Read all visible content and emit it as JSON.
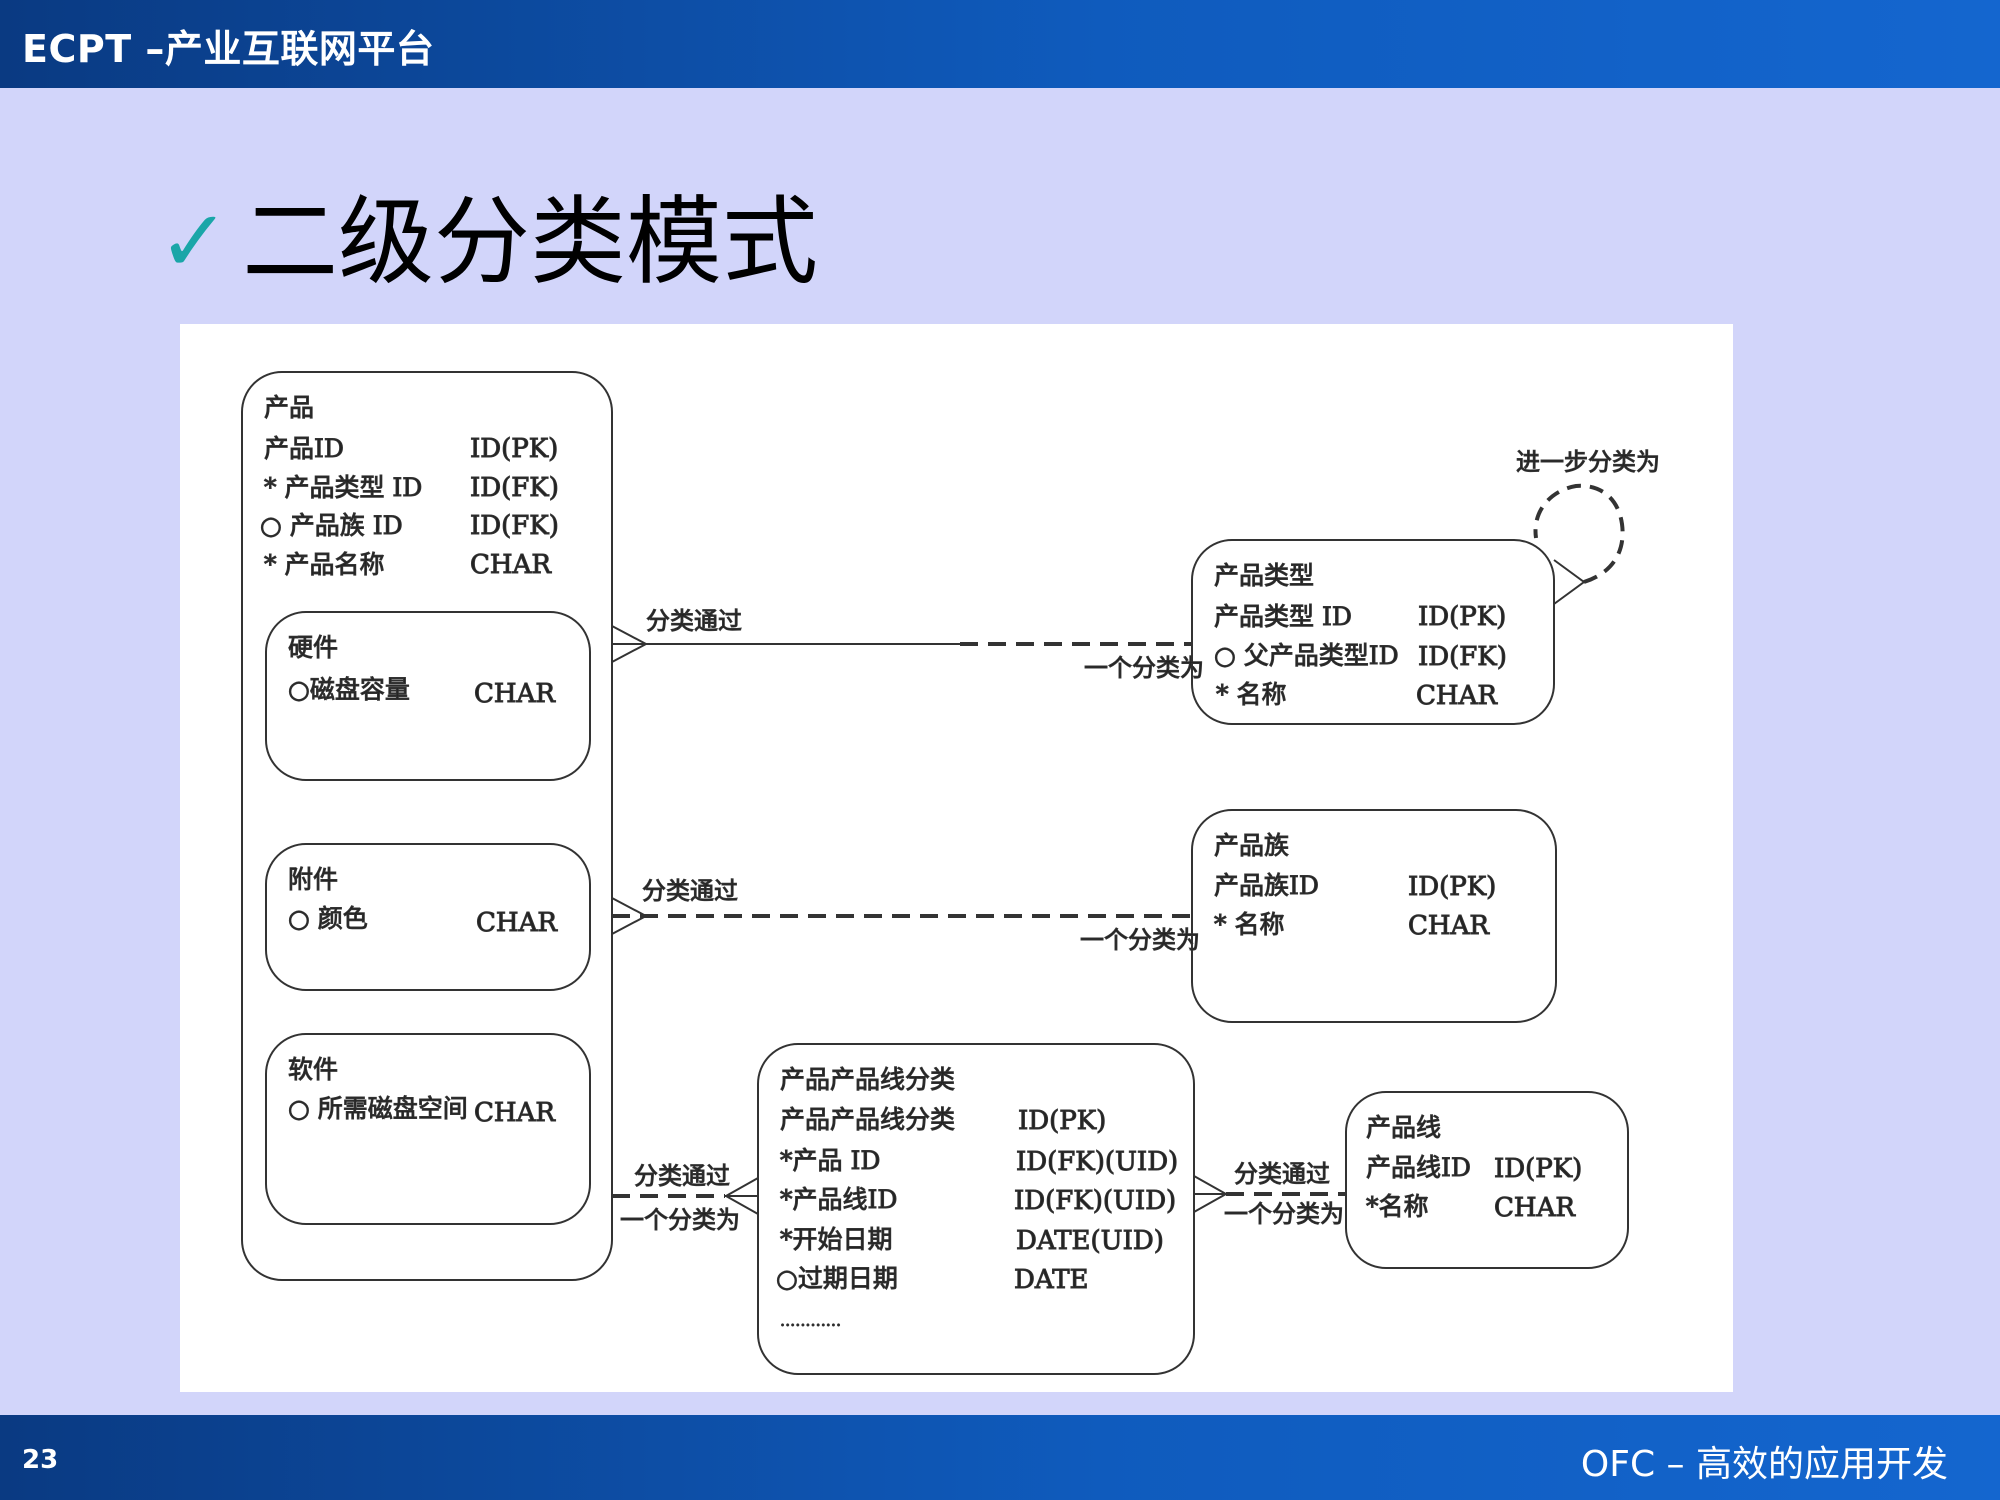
{
  "header": {
    "title": "ECPT –产业互联网平台"
  },
  "slide": {
    "heading": "二级分类模式",
    "check_color": "#1aa6a8"
  },
  "footer": {
    "page_number": "23",
    "tagline": "OFC – 高效的应用开发"
  },
  "colors": {
    "bar": "#0f5bbd",
    "background": "#d2d5fa"
  },
  "diagram": {
    "product": {
      "name": "产品",
      "rows": [
        {
          "field": "产品ID",
          "type": "ID(PK)"
        },
        {
          "field": "* 产品类型 ID",
          "type": "ID(FK)"
        },
        {
          "field": "○ 产品族 ID",
          "type": "ID(FK)"
        },
        {
          "field": "* 产品名称",
          "type": "CHAR"
        }
      ],
      "subtypes": [
        {
          "name": "硬件",
          "field": "○磁盘容量",
          "type": "CHAR"
        },
        {
          "name": "附件",
          "field": "○ 颜色",
          "type": "CHAR"
        },
        {
          "name": "软件",
          "field": "○ 所需磁盘空间",
          "type": "CHAR"
        }
      ]
    },
    "product_type": {
      "name": "产品类型",
      "rows": [
        {
          "field": "产品类型 ID",
          "type": "ID(PK)"
        },
        {
          "field": "○ 父产品类型ID",
          "type": "ID(FK)"
        },
        {
          "field": "* 名称",
          "type": "CHAR"
        }
      ]
    },
    "product_family": {
      "name": "产品族",
      "rows": [
        {
          "field": "产品族ID",
          "type": "ID(PK)"
        },
        {
          "field": "* 名称",
          "type": "CHAR"
        }
      ]
    },
    "product_line_class": {
      "name": "产品产品线分类",
      "rows": [
        {
          "field": "产品产品线分类",
          "type": "ID(PK)"
        },
        {
          "field": "*产品 ID",
          "type": "ID(FK)(UID)"
        },
        {
          "field": "*产品线ID",
          "type": "ID(FK)(UID)"
        },
        {
          "field": "*开始日期",
          "type": "DATE(UID)"
        },
        {
          "field": "○过期日期",
          "type": "DATE"
        }
      ],
      "ellipsis": "............"
    },
    "product_line": {
      "name": "产品线",
      "rows": [
        {
          "field": "产品线ID",
          "type": "ID(PK)"
        },
        {
          "field": "*名称",
          "type": "CHAR"
        }
      ]
    },
    "relations": {
      "classified_by": "分类通过",
      "one_classifies": "一个分类为",
      "further_classified": "进一步分类为"
    }
  }
}
